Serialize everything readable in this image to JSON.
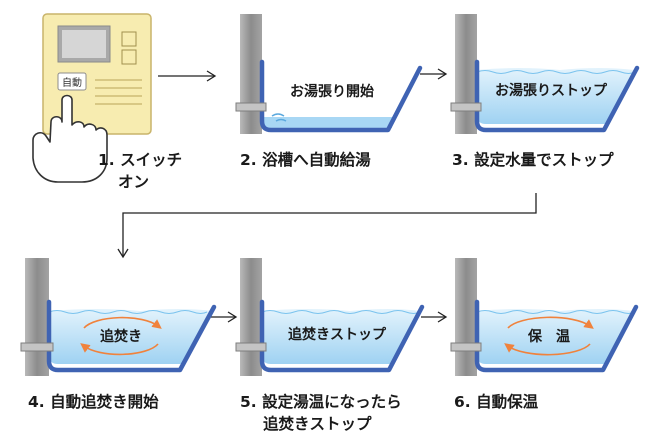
{
  "colors": {
    "panel_fill": "#f7ecb0",
    "panel_border": "#c9b46a",
    "screen": "#a9a9a9",
    "water_top": "#e3f3fc",
    "water_bottom": "#9fd2f2",
    "tub_rim": "#3f63b3",
    "wall": "#9a9a9a",
    "arrow": "#f0823c"
  },
  "panel": {
    "auto_button_label": "自動"
  },
  "steps": [
    {
      "caption": "1. スイッチ",
      "caption2": "オン"
    },
    {
      "caption": "2. 浴槽へ自動給湯",
      "label": "お湯張り開始"
    },
    {
      "caption": "3. 設定水量でストップ",
      "label": "お湯張りストップ"
    },
    {
      "caption": "4. 自動追焚き開始",
      "label": "追焚き"
    },
    {
      "caption": "5. 設定湯温になったら",
      "caption2": "追焚きストップ",
      "label": "追焚きストップ"
    },
    {
      "caption": "6. 自動保温",
      "label": "保　温"
    }
  ]
}
